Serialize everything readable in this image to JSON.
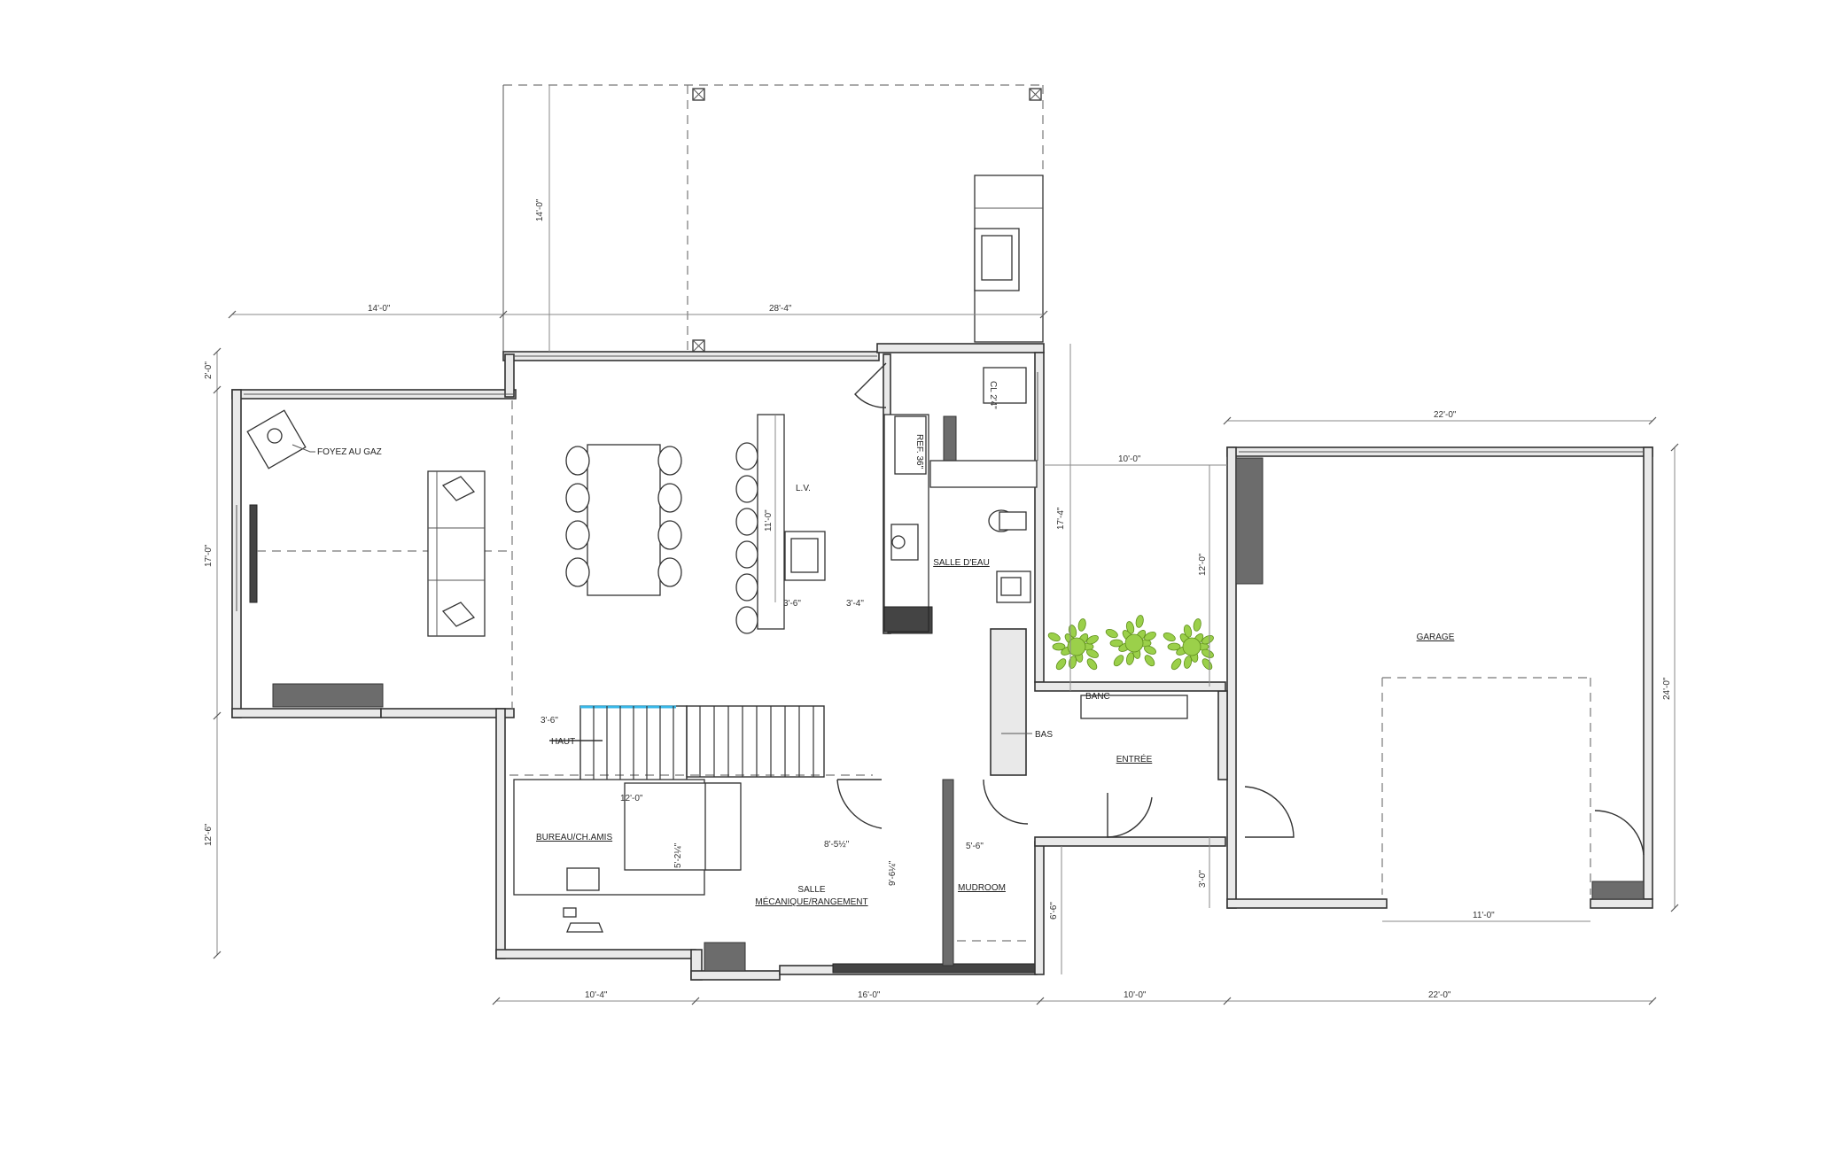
{
  "rooms": {
    "foyer": "FOYEZ AU GAZ",
    "salle_eau": "SALLE D'EAU",
    "garage": "GARAGE",
    "banc": "BANC",
    "entree": "ENTRÉE",
    "bureau": "BUREAU/CH.AMIS",
    "salle_meca_1": "SALLE",
    "salle_meca_2": "MÉCANIQUE/RANGEMENT",
    "mudroom": "MUDROOM",
    "lv": "L.V.",
    "ref": "REF. 36\"",
    "haut": "HAUT",
    "bas": "BAS"
  },
  "dims": {
    "top_left": "14'-0\"",
    "top_right": "28'-4\"",
    "deck_height": "14'-0\"",
    "left_small": "2'-0\"",
    "left_living": "17'-0\"",
    "left_bottom": "12'-6\"",
    "island": "11'-0\"",
    "island_w": "3'-6\"",
    "island_gap": "3'-4\"",
    "stair_w": "3'-6\"",
    "bureau_w": "12'-0\"",
    "meca_w": "8'-5½\"",
    "meca_h": "9'-6¼\"",
    "bureau_closet": "5'-2¼\"",
    "mud_w": "5'-6\"",
    "salle_eau_h": "17'-4\"",
    "court_w": "10'-0\"",
    "court_h": "12'-0\"",
    "garage_top": "22'-0\"",
    "garage_side": "24'-0\"",
    "garage_door": "11'-0\"",
    "ent_3": "3'-0\"",
    "ent_6": "6'-6\"",
    "bot_1": "10'-4\"",
    "bot_2": "16'-0\"",
    "bot_3": "10'-0\"",
    "bot_4": "22'-0\"",
    "closet": "CL 2'4\""
  }
}
